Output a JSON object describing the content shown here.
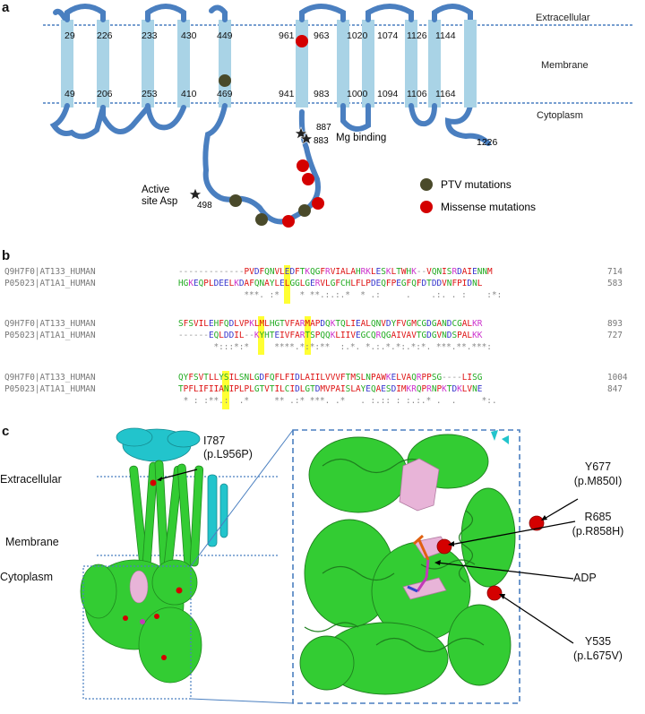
{
  "panel_a": {
    "letter": "a",
    "region_labels": {
      "extracellular": "Extracellular",
      "membrane": "Membrane",
      "cytoplasm": "Cytoplasm"
    },
    "top_numbers": [
      "29",
      "226",
      "233",
      "430",
      "449",
      "961",
      "963",
      "1020",
      "1074",
      "1126",
      "1144"
    ],
    "bottom_numbers": [
      "49",
      "206",
      "253",
      "410",
      "469",
      "941",
      "983",
      "1000",
      "1094",
      "1106",
      "1164"
    ],
    "end_number": "1226",
    "mg_numbers": [
      "887",
      "883"
    ],
    "mg_label": "Mg binding",
    "active_site_label_1": "Active",
    "active_site_label_2": "site Asp",
    "active_site_number": "498",
    "legend": [
      {
        "label": "PTV mutations",
        "color": "#4a4a2a"
      },
      {
        "label": "Missense mutations",
        "color": "#d40000"
      }
    ],
    "colors": {
      "helix": "#a9d3e6",
      "loop": "#4a7fc0",
      "membrane_line": "#4a7fc0"
    }
  },
  "panel_b": {
    "letter": "b",
    "blocks": [
      {
        "rows": [
          {
            "name": "Q9H7F0|AT133_HUMAN",
            "seq": "-------------PVDFQNVLEDFTKQGFRVIALAHRKLESKLTWHK--VQNISRDAIENNM",
            "pos": "714"
          },
          {
            "name": "P05023|AT1A1_HUMAN",
            "seq": "HGKEQPLDEELKDAFQNAYLELGGLGERVLGFCHLFLPDEQFPEGFQFDTDDVNFPIDNL",
            "pos": "583"
          }
        ],
        "consensus": "             ***. :*    * **.:.:.*  * .:     .    .:. . :    :*:"
      },
      {
        "rows": [
          {
            "name": "Q9H7F0|AT133_HUMAN",
            "seq": "SFSVILEHFQDLVPKLMLHGTVFARMAPDQKTQLIEALQNVDYFVGMCGDGANDCGALKR",
            "pos": "893"
          },
          {
            "name": "P05023|AT1A1_HUMAN",
            "seq": "------EQLDDIL--KYHTEIVFARTSPQQKLIIVEGCQRQGAIVAVTGDGVNDSPALKK",
            "pos": "727"
          }
        ],
        "consensus": "       *:::*:*     ****.*:*:**  :.*. *.:.*.*:.*:*. ***.**.***:"
      },
      {
        "rows": [
          {
            "name": "Q9H7F0|AT133_HUMAN",
            "seq": "QYFSVTLLYSILSNLGDFQFLFIDLAIILVVVFTMSLNPAWKELVAQRPPSG----LISG",
            "pos": "1004"
          },
          {
            "name": "P05023|AT1A1_HUMAN",
            "seq": "TPFLIFIIANIPLPLGTVTILCIDLGTDMVPAISLAYEQAESDIMKRQPRNPKTDKLVNE",
            "pos": "847"
          }
        ],
        "consensus": " * : :**.:  .*     ** .:* ***. .*   . :.:: : :.:.* .  .     *:."
      }
    ]
  },
  "panel_c": {
    "letter": "c",
    "region_labels": {
      "extracellular": "Extracellular",
      "membrane": "Membrane",
      "cytoplasm": "Cytoplasm"
    },
    "left_annotation": [
      "I787",
      "(p.L956P)"
    ],
    "annotations": [
      {
        "line1": "Y677",
        "line2": "(p.M850I)"
      },
      {
        "line1": "R685",
        "line2": "(p.R858H)"
      },
      {
        "line1": "ADP",
        "line2": ""
      },
      {
        "line1": "Y535",
        "line2": "(p.L675V)"
      }
    ],
    "colors": {
      "ribbon": "#33cc33",
      "pink": "#e8b4d8",
      "cyan": "#22c4cc",
      "box": "#4a7fc0"
    }
  }
}
